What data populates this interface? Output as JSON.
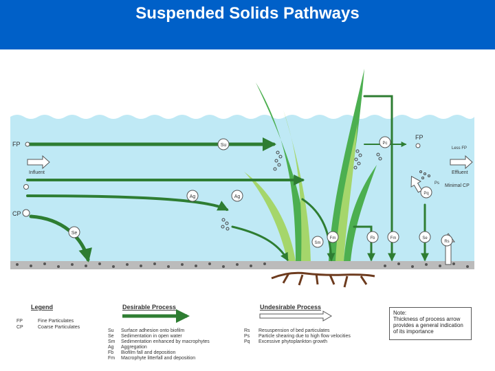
{
  "title": "Suspended Solids Pathways",
  "colors": {
    "title_bar": "#0060c8",
    "water": "#bfe9f5",
    "arrow_green": "#2e7d32",
    "plant_dark": "#4caf50",
    "plant_light": "#a5d66b",
    "root": "#6d3b1e",
    "sediment": "#555555"
  },
  "diagram_labels": {
    "fp_in": "FP",
    "influent": "Influent",
    "cp_in": "CP",
    "fp_out": "FP",
    "less_fp": "Less FP",
    "effluent": "Effluent",
    "minimal_cp": "Minimal CP",
    "su": "Su",
    "ag1": "Ag",
    "ag2": "Ag",
    "se1": "Se",
    "sm": "Sm",
    "fm1": "Fm",
    "fb": "Fb",
    "fm2": "Fm",
    "se2": "Se",
    "rs": "Rs",
    "pq": "Pq",
    "pc": "Pc",
    "ps": "Ps"
  },
  "legend": {
    "title": "Legend",
    "items": [
      {
        "code": "FP",
        "text": "Fine Particulates"
      },
      {
        "code": "CP",
        "text": "Coarse Particulates"
      }
    ]
  },
  "desirable": {
    "title": "Desirable Process",
    "items": [
      {
        "code": "Su",
        "text": "Surface adhesion onto biofilm"
      },
      {
        "code": "Se",
        "text": "Sedimentation in open water"
      },
      {
        "code": "Sm",
        "text": "Sedimentation enhanced by macrophytes"
      },
      {
        "code": "Ag",
        "text": "Aggregation"
      },
      {
        "code": "Fb",
        "text": "Biofilm fall and deposition"
      },
      {
        "code": "Fm",
        "text": "Macrophyte litterfall and deposition"
      }
    ]
  },
  "undesirable": {
    "title": "Undesirable Process",
    "items": [
      {
        "code": "Rs",
        "text": "Resuspension of bed particulates"
      },
      {
        "code": "Ps",
        "text": "Particle shearing due to high flow velocities"
      },
      {
        "code": "Pq",
        "text": "Excessive phytoplankton growth"
      }
    ]
  },
  "note": {
    "heading": "Note:",
    "text": "Thickness of process arrow provides a general indication of its importance"
  }
}
